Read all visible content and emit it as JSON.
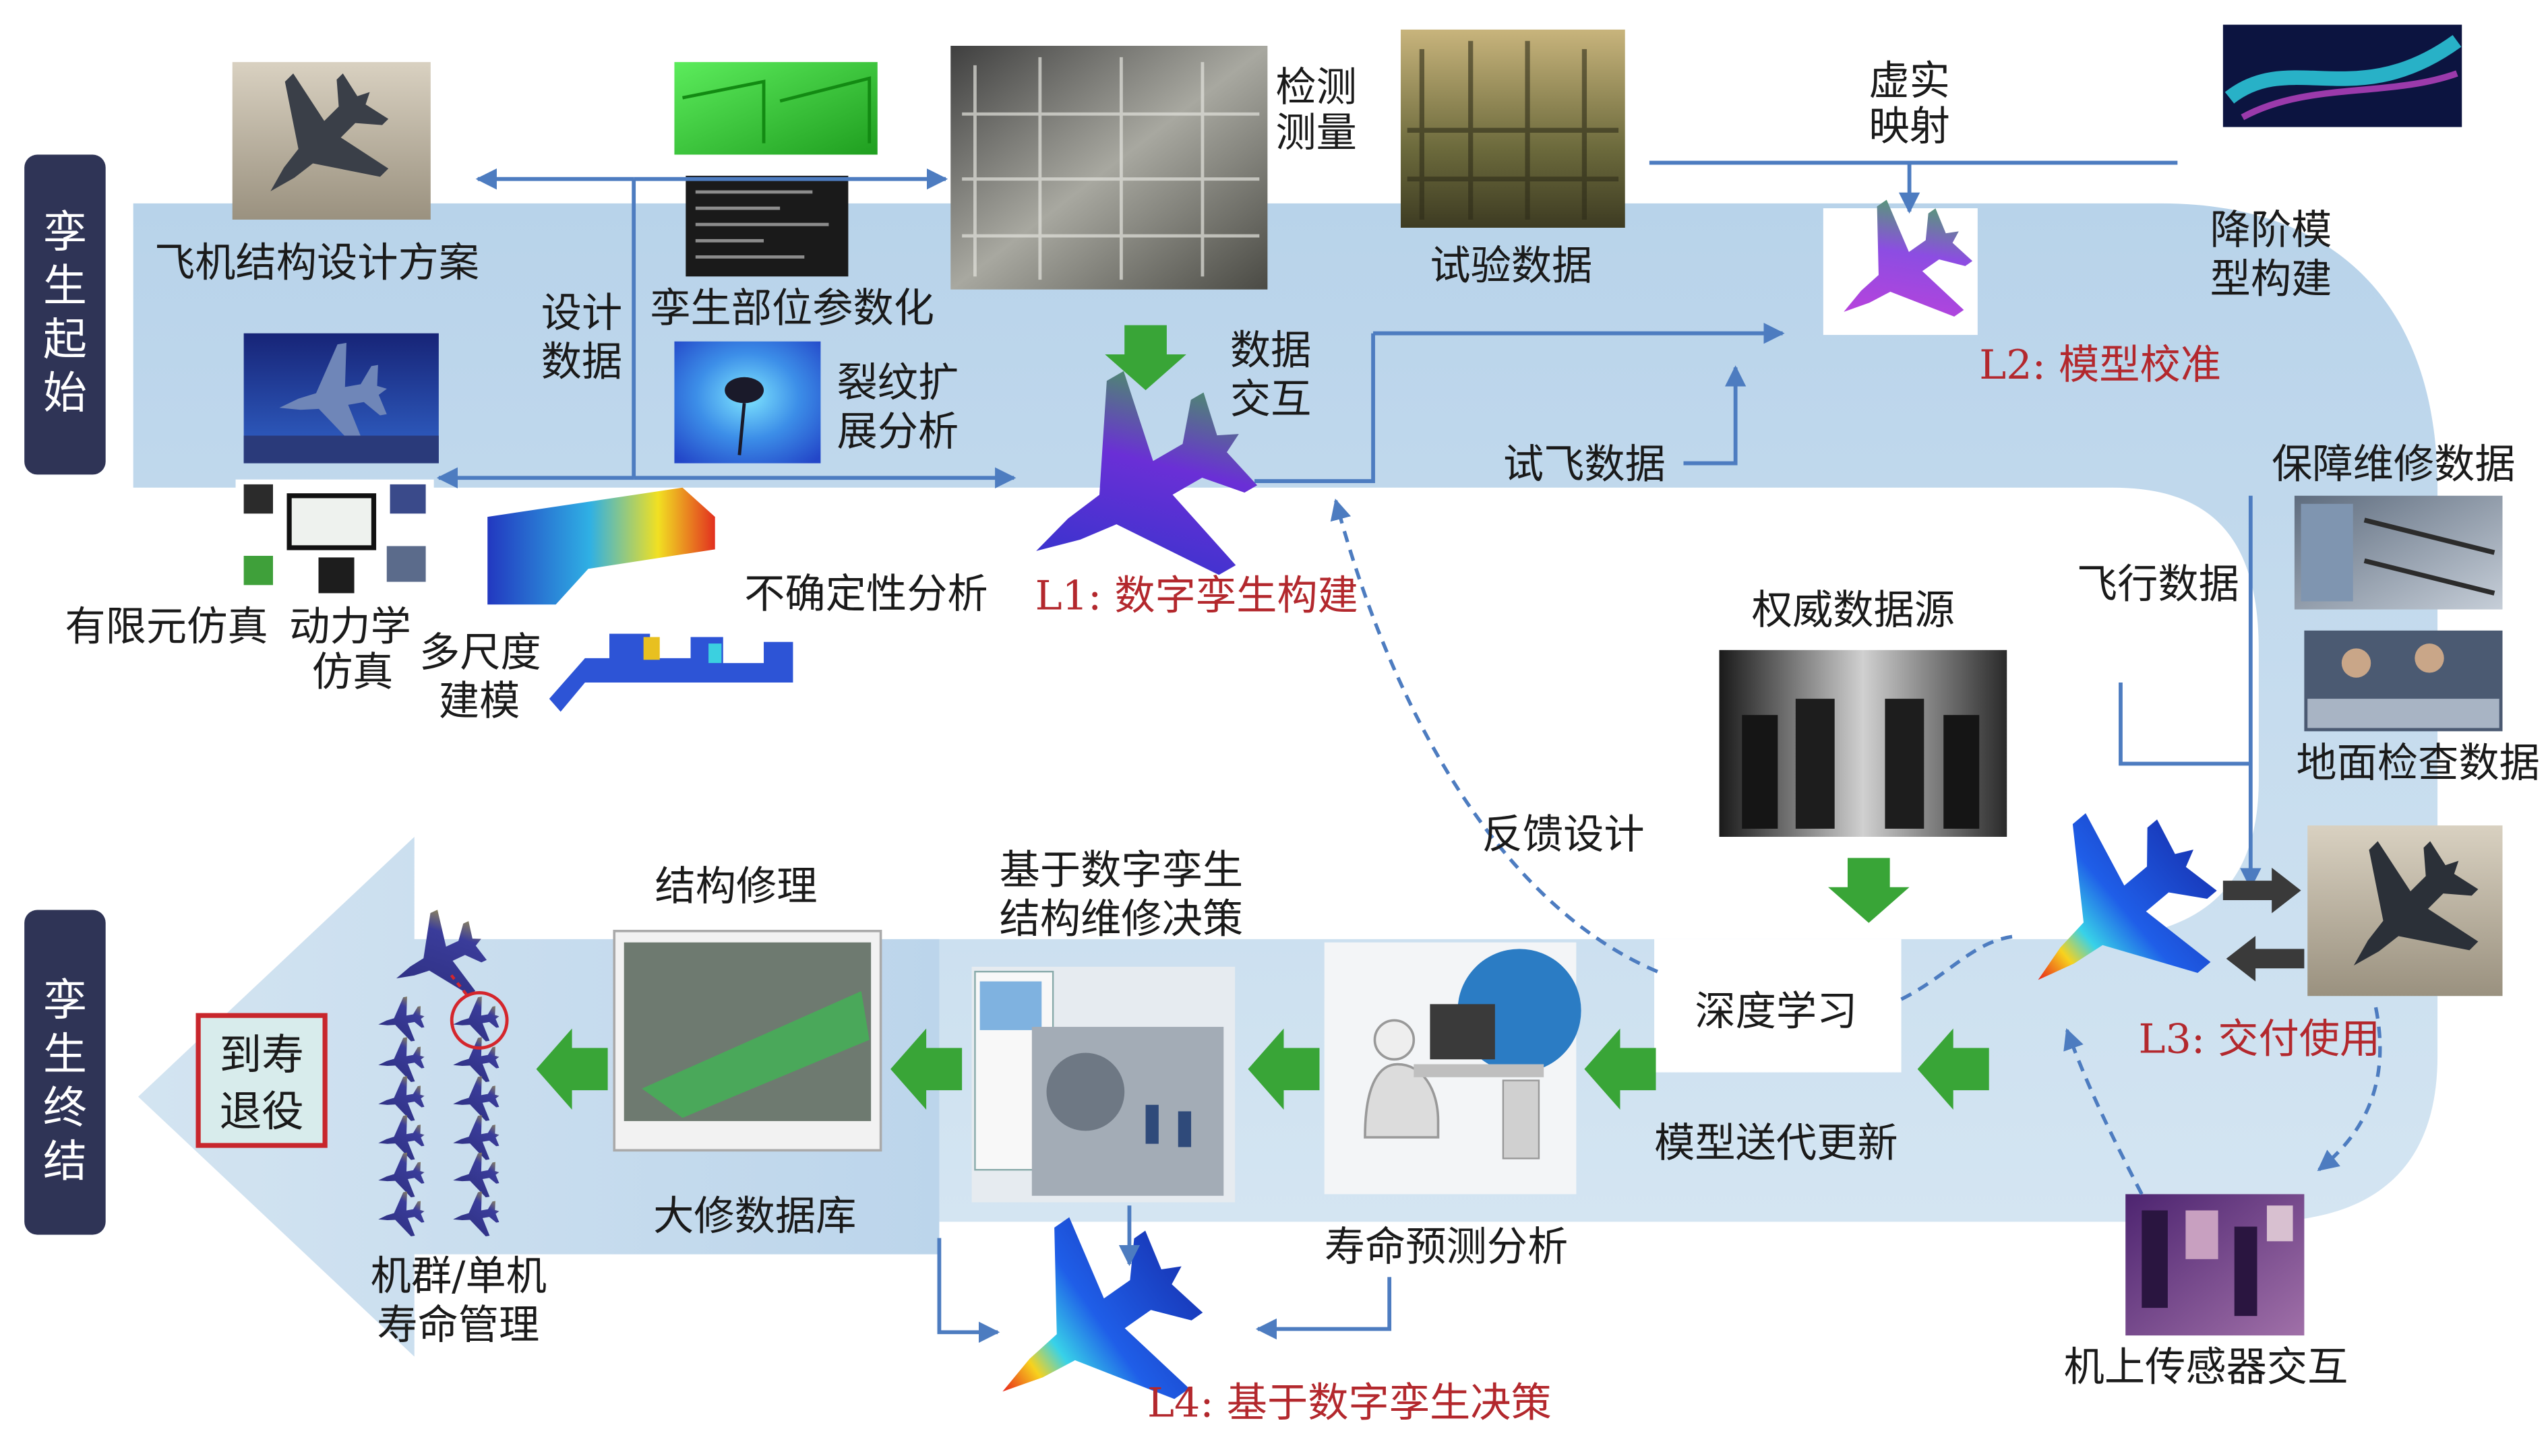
{
  "labels": {
    "twin_start": "孪生起始",
    "twin_end": "孪生终结",
    "aircraft_design": "飞机结构设计方案",
    "design_data": [
      "设计",
      "数据"
    ],
    "twin_param": "孪生部位参数化",
    "inspection": [
      "检测",
      "测量"
    ],
    "test_data": "试验数据",
    "virtual_real_mapping": [
      "虚实",
      "映射"
    ],
    "reduced_order": [
      "降阶模",
      "型构建"
    ],
    "data_exchange": [
      "数据",
      "交互"
    ],
    "crack_analysis": [
      "裂纹扩",
      "展分析"
    ],
    "flight_test_data": "试飞数据",
    "uncertainty": "不确定性分析",
    "fem_sim": "有限元仿真",
    "dynamics_sim": [
      "动力学",
      "仿真"
    ],
    "multiscale": [
      "多尺度",
      "建模"
    ],
    "support_maintenance_data": "保障维修数据",
    "flight_data": "飞行数据",
    "authoritative_source": "权威数据源",
    "ground_inspection_data": "地面检查数据",
    "feedback_design": "反馈设计",
    "deep_learning": "深度学习",
    "model_iteration": "模型送代更新",
    "life_prediction": "寿命预测分析",
    "onboard_sensors": "机上传感器交互",
    "overhaul_db": "大修数据库",
    "structural_repair": "结构修理",
    "maintenance_decision": [
      "基于数字孪生",
      "结构维修决策"
    ],
    "fleet_life": [
      "机群/单机",
      "寿命管理"
    ],
    "retire": [
      "到寿",
      "退役"
    ]
  },
  "stages": {
    "l1": "L1: 数字孪生构建",
    "l2": "L2: 模型校准",
    "l3": "L3: 交付使用",
    "l4": "L4: 基于数字孪生决策"
  },
  "colors": {
    "stage_label": "#b3282d",
    "connector": "#4d7cc0",
    "flow_arrow": "#39a537",
    "phase_box": "#2f3456",
    "band": "#c5dcee"
  }
}
